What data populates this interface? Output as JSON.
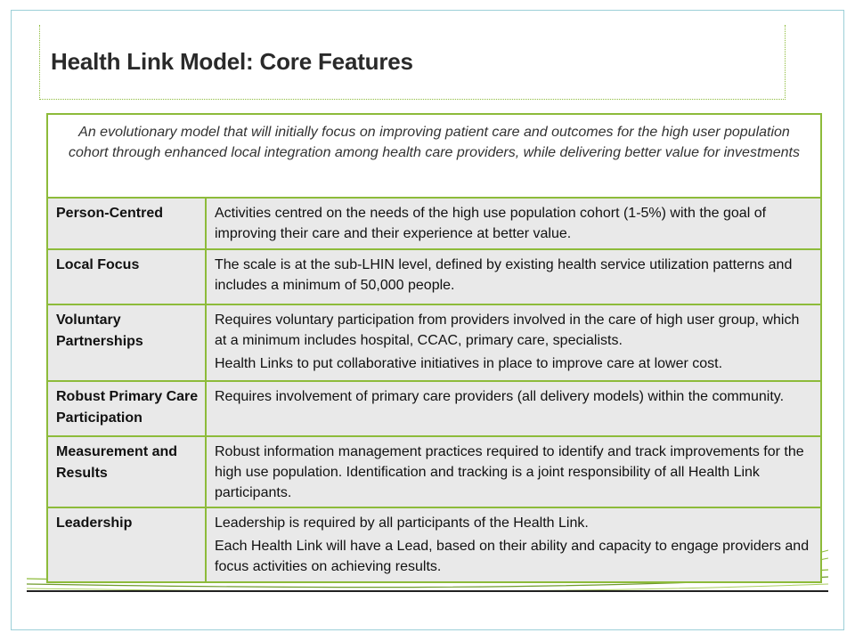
{
  "page": {
    "title": "Health Link Model: Core Features"
  },
  "colors": {
    "accent_green": "#8dbb3a",
    "frame_blue": "#9ccfd8",
    "row_bg": "#e9e9e9"
  },
  "table": {
    "intro": "An evolutionary model that will initially focus on improving patient care and outcomes for the high user population cohort through enhanced local integration among health care providers, while delivering better value for investments",
    "rows": [
      {
        "label": "Person-Centred",
        "desc": [
          "Activities centred on the needs of the high use population cohort (1-5%) with the goal of improving their care and their experience at better value."
        ]
      },
      {
        "label": "Local Focus",
        "desc": [
          "The scale is at the sub-LHIN level, defined by existing health service utilization patterns and includes a minimum of 50,000 people."
        ]
      },
      {
        "label": "Voluntary Partnerships",
        "desc": [
          "Requires voluntary participation from providers involved in the care of high user group, which at a minimum includes hospital, CCAC, primary care, specialists.",
          "Health Links to put collaborative initiatives in place to improve care at lower cost."
        ]
      },
      {
        "label": "Robust Primary Care Participation",
        "desc": [
          "Requires involvement of primary care providers (all delivery models) within the community."
        ]
      },
      {
        "label": "Measurement and Results",
        "desc": [
          "Robust information management practices required to identify and track improvements for the high use population. Identification and tracking is a joint responsibility of all Health Link participants."
        ]
      },
      {
        "label": "Leadership",
        "desc": [
          "Leadership is required by all participants of the Health Link.",
          "Each Health Link will have a Lead, based on their ability and capacity to engage providers and focus activities on achieving results."
        ]
      }
    ]
  }
}
